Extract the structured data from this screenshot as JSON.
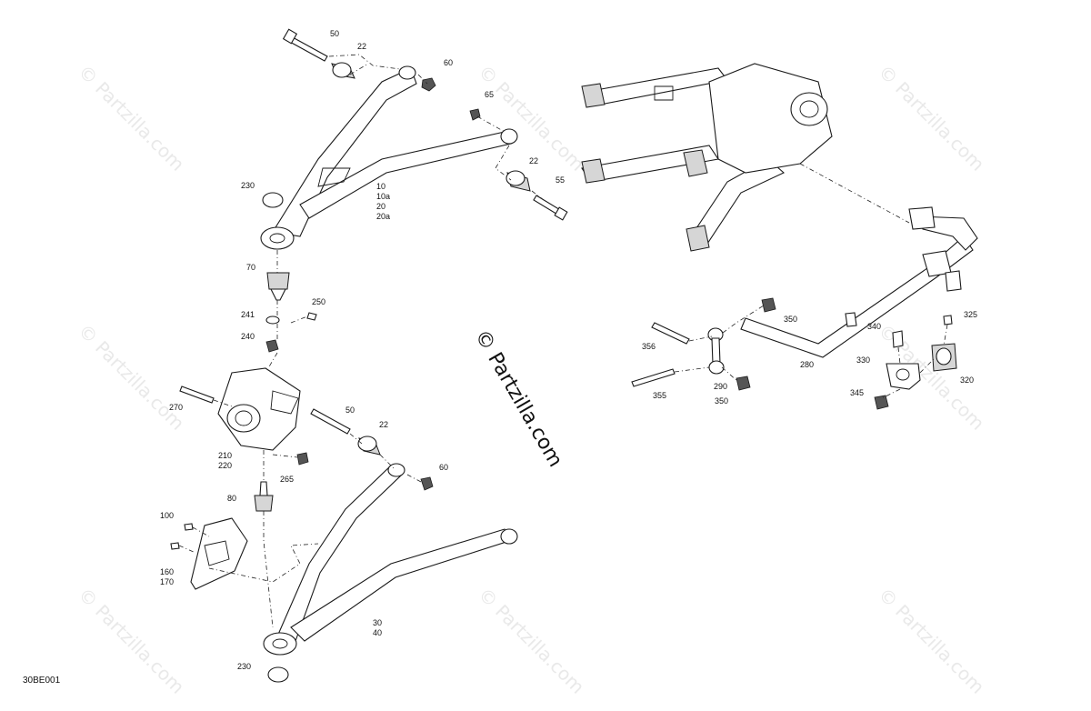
{
  "diagram": {
    "watermark_text": "© Partzilla.com",
    "center_watermark": "© Partzilla.com",
    "diagram_code": "30BE001",
    "callouts": [
      "50",
      "22",
      "60",
      "65",
      "22",
      "55",
      "230",
      "10",
      "10a",
      "20",
      "20a",
      "70",
      "250",
      "241",
      "240",
      "270",
      "210",
      "220",
      "265",
      "50",
      "22",
      "60",
      "80",
      "100",
      "160",
      "170",
      "30",
      "40",
      "230",
      "350",
      "356",
      "355",
      "290",
      "350",
      "280",
      "340",
      "325",
      "330",
      "320",
      "345"
    ]
  }
}
